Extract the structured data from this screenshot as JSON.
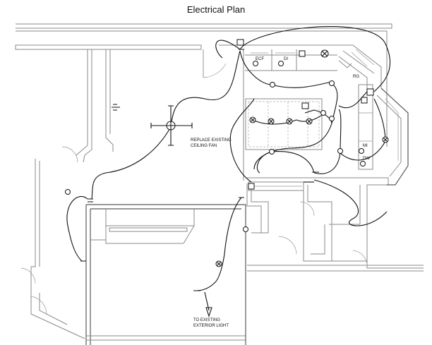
{
  "title": "Electrical Plan",
  "labels": {
    "fan_note_line1": "REPLACE EXISTING",
    "fan_note_line2": "CEILING FAN",
    "exterior_note_line1": "TO EXISTING",
    "exterior_note_line2": "EXTERIOR LIGHT",
    "range_hood": "ECF",
    "disposal_top": "DI",
    "refrigerator": "RG",
    "microwave": "MI",
    "dishwasher": "DW"
  }
}
